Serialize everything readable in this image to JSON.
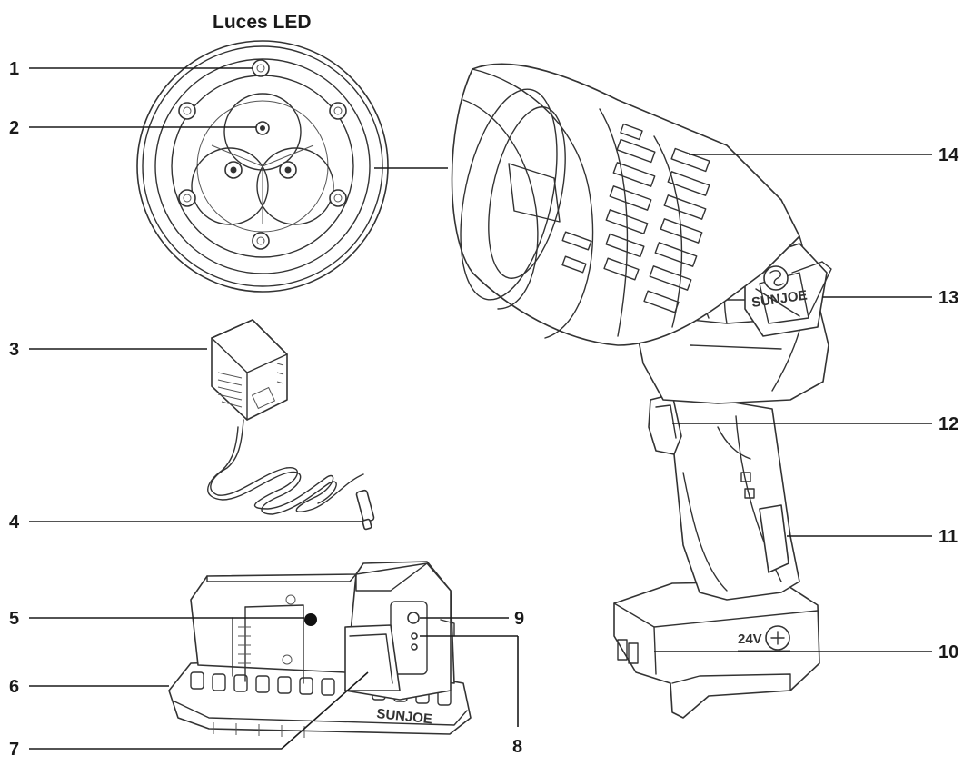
{
  "title": "Luces LED",
  "brand": "SUNJOE",
  "voltage": "24V",
  "callouts": [
    {
      "id": "1",
      "label": "1"
    },
    {
      "id": "2",
      "label": "2"
    },
    {
      "id": "3",
      "label": "3"
    },
    {
      "id": "4",
      "label": "4"
    },
    {
      "id": "5",
      "label": "5"
    },
    {
      "id": "6",
      "label": "6"
    },
    {
      "id": "7",
      "label": "7"
    },
    {
      "id": "8",
      "label": "8"
    },
    {
      "id": "9",
      "label": "9"
    },
    {
      "id": "10",
      "label": "10"
    },
    {
      "id": "11",
      "label": "11"
    },
    {
      "id": "12",
      "label": "12"
    },
    {
      "id": "13",
      "label": "13"
    },
    {
      "id": "14",
      "label": "14"
    }
  ]
}
